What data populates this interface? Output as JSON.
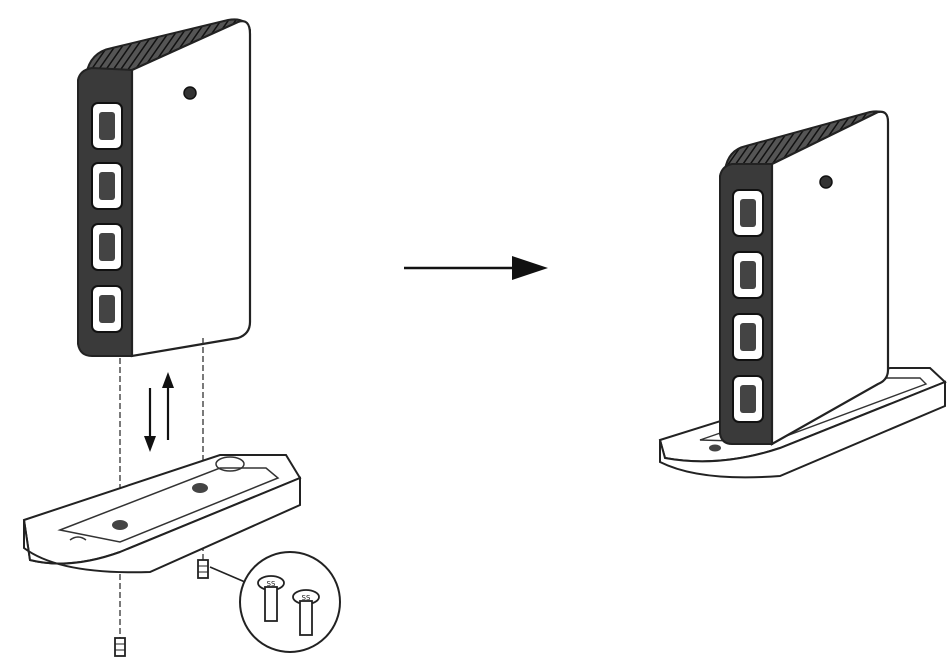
{
  "colors": {
    "background": "#ffffff",
    "line": "#222222",
    "fill_light": "#ffffff",
    "fill_mid": "#d9d9d9",
    "fill_dark": "#3a3a3a"
  },
  "panels": {
    "before": {
      "description_icons": [
        "mini-pc-box",
        "stand-base",
        "screws",
        "up-arrow",
        "down-arrow"
      ],
      "screw_callout": {
        "labels": [
          "SS",
          "SS"
        ]
      }
    },
    "transition": {
      "icon": "right-arrow-icon"
    },
    "after": {
      "description_icons": [
        "mini-pc-box",
        "stand-base"
      ]
    }
  }
}
